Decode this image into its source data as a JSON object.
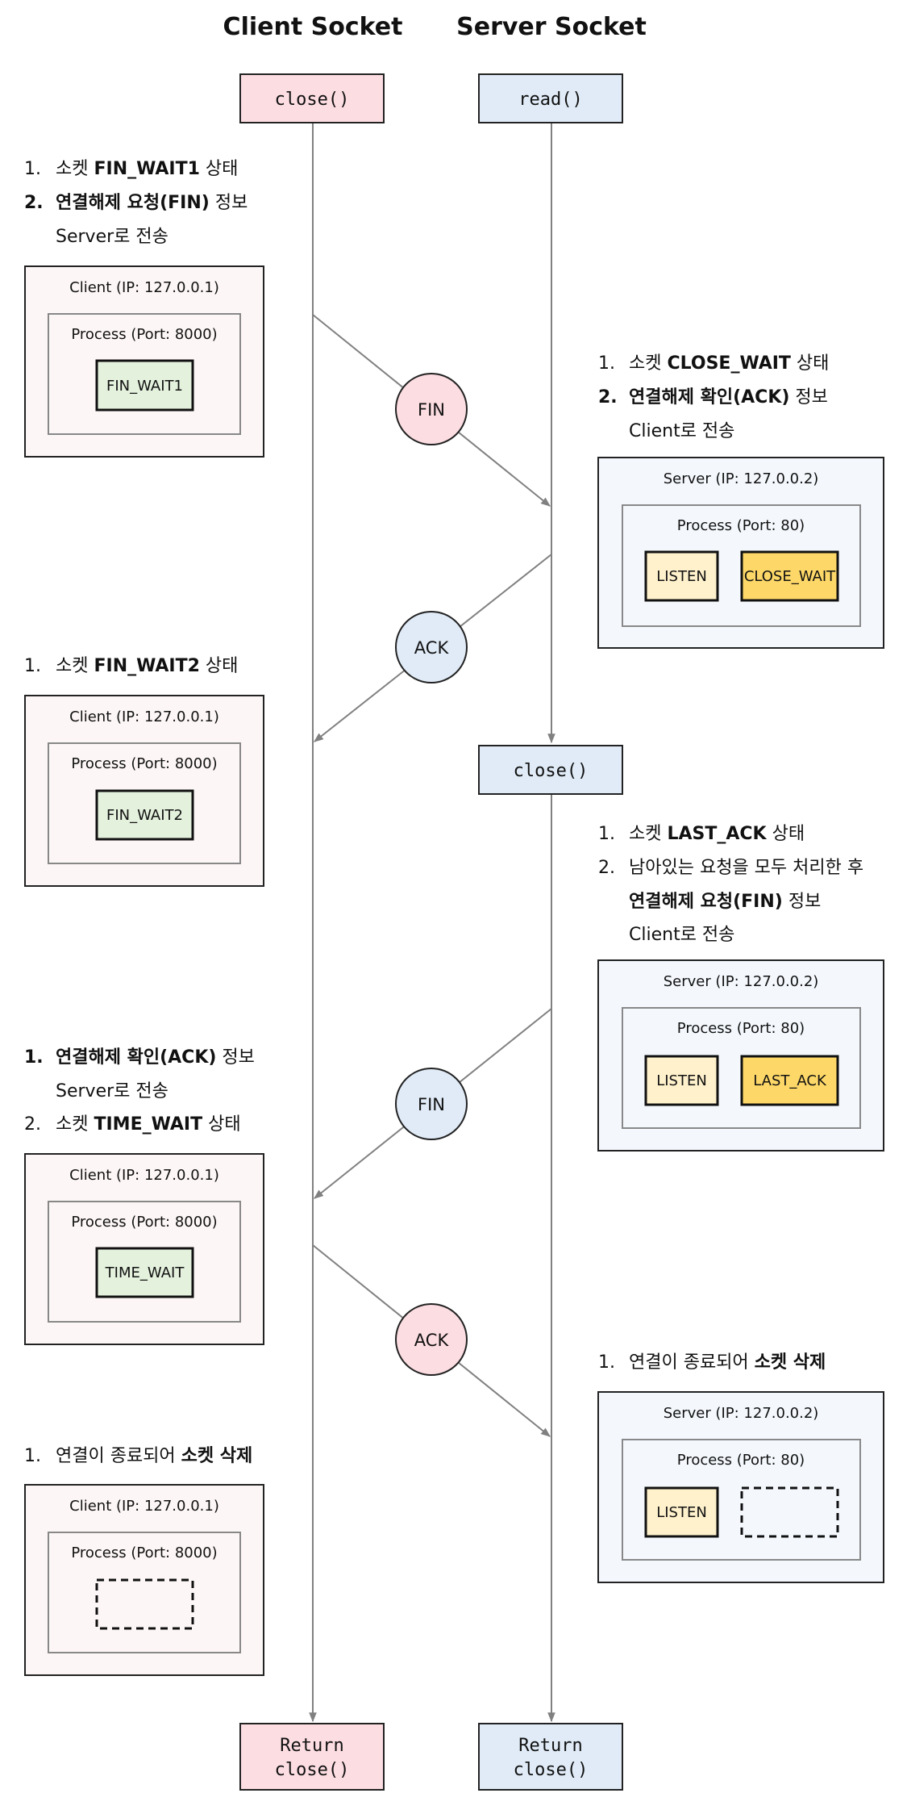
{
  "headers": {
    "client": "Client Socket",
    "server": "Server Socket"
  },
  "calls": {
    "client_close": "close()",
    "server_read": "read()",
    "server_close": "close()",
    "client_return_1": "Return",
    "client_return_2": "close()",
    "server_return_1": "Return",
    "server_return_2": "close()"
  },
  "messages": {
    "m1": "FIN",
    "m2": "ACK",
    "m3": "FIN",
    "m4": "ACK"
  },
  "notes": {
    "client_1": {
      "l1_num": "1.",
      "l1_a": "소켓 ",
      "l1_b": "FIN_WAIT1",
      "l1_c": " 상태",
      "l2_num": "2.",
      "l2_a": "연결해제 요청(FIN)",
      "l2_b": " 정보",
      "l3": "Server로 전송"
    },
    "server_1": {
      "l1_num": "1.",
      "l1_a": "소켓 ",
      "l1_b": "CLOSE_WAIT",
      "l1_c": " 상태",
      "l2_num": "2.",
      "l2_a": "연결해제 확인(ACK)",
      "l2_b": " 정보",
      "l3": "Client로 전송"
    },
    "client_2": {
      "l1_num": "1.",
      "l1_a": "소켓 ",
      "l1_b": "FIN_WAIT2",
      "l1_c": " 상태"
    },
    "server_2": {
      "l1_num": "1.",
      "l1_a": "소켓 ",
      "l1_b": "LAST_ACK",
      "l1_c": " 상태",
      "l2_num": "2.",
      "l2_a": "남아있는 요청을 모두 처리한 후",
      "l3_a": "연결해제 요청(FIN)",
      "l3_b": " 정보",
      "l4": "Client로 전송"
    },
    "client_3": {
      "l1_num": "1.",
      "l1_a": "연결해제 확인(ACK)",
      "l1_b": " 정보",
      "l2": "Server로 전송",
      "l3_num": "2.",
      "l3_a": "소켓 ",
      "l3_b": "TIME_WAIT",
      "l3_c": " 상태"
    },
    "server_3": {
      "l1_num": "1.",
      "l1_a": "연결이 종료되어 ",
      "l1_b": "소켓 삭제"
    },
    "client_4": {
      "l1_num": "1.",
      "l1_a": "연결이 종료되어 ",
      "l1_b": "소켓 삭제"
    }
  },
  "hosts": {
    "client": {
      "title": "Client   (IP: 127.0.0.1)",
      "process": "Process (Port: 8000)"
    },
    "server": {
      "title": "Server   (IP: 127.0.0.2)",
      "process": "Process (Port: 80)"
    }
  },
  "states": {
    "c1": "FIN_WAIT1",
    "c2": "FIN_WAIT2",
    "c3": "TIME_WAIT",
    "s1_listen": "LISTEN",
    "s1_state": "CLOSE_WAIT",
    "s2_listen": "LISTEN",
    "s2_state": "LAST_ACK",
    "s3_listen": "LISTEN"
  },
  "colors": {
    "client_accent": "#fcdde2",
    "server_accent": "#e0ebf7",
    "client_host_bg": "#fdf6f6",
    "server_host_bg": "#f4f8fd",
    "client_state": "#e4f1dd",
    "listen": "#fff1cc",
    "server_state": "#fdd868",
    "line": "#808080"
  }
}
